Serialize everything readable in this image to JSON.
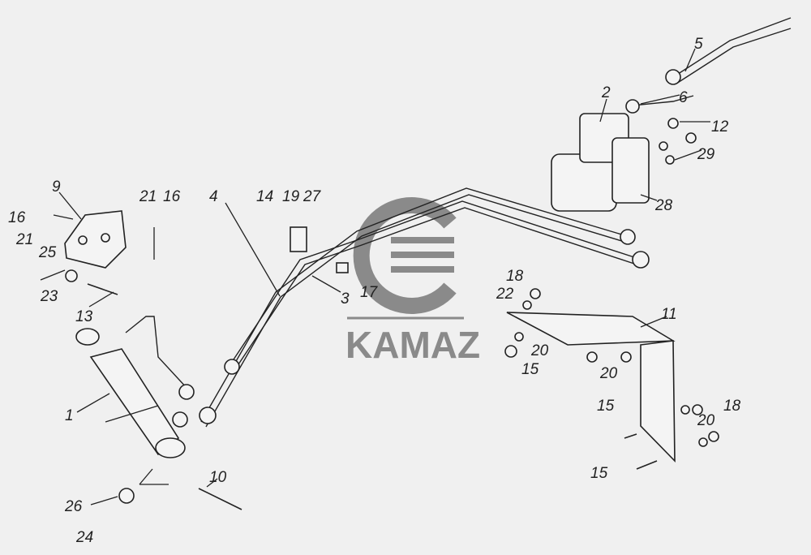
{
  "title": "KAMAZ parts diagram",
  "logo": {
    "text": "KAMAZ",
    "color": "#8a8a8a"
  },
  "labels": [
    "1",
    "2",
    "3",
    "4",
    "5",
    "6",
    "9",
    "10",
    "11",
    "12",
    "13",
    "14",
    "15",
    "15",
    "15",
    "16",
    "16",
    "17",
    "18",
    "18",
    "19",
    "20",
    "20",
    "20",
    "21",
    "21",
    "22",
    "23",
    "24",
    "25",
    "26",
    "27",
    "28",
    "29"
  ]
}
